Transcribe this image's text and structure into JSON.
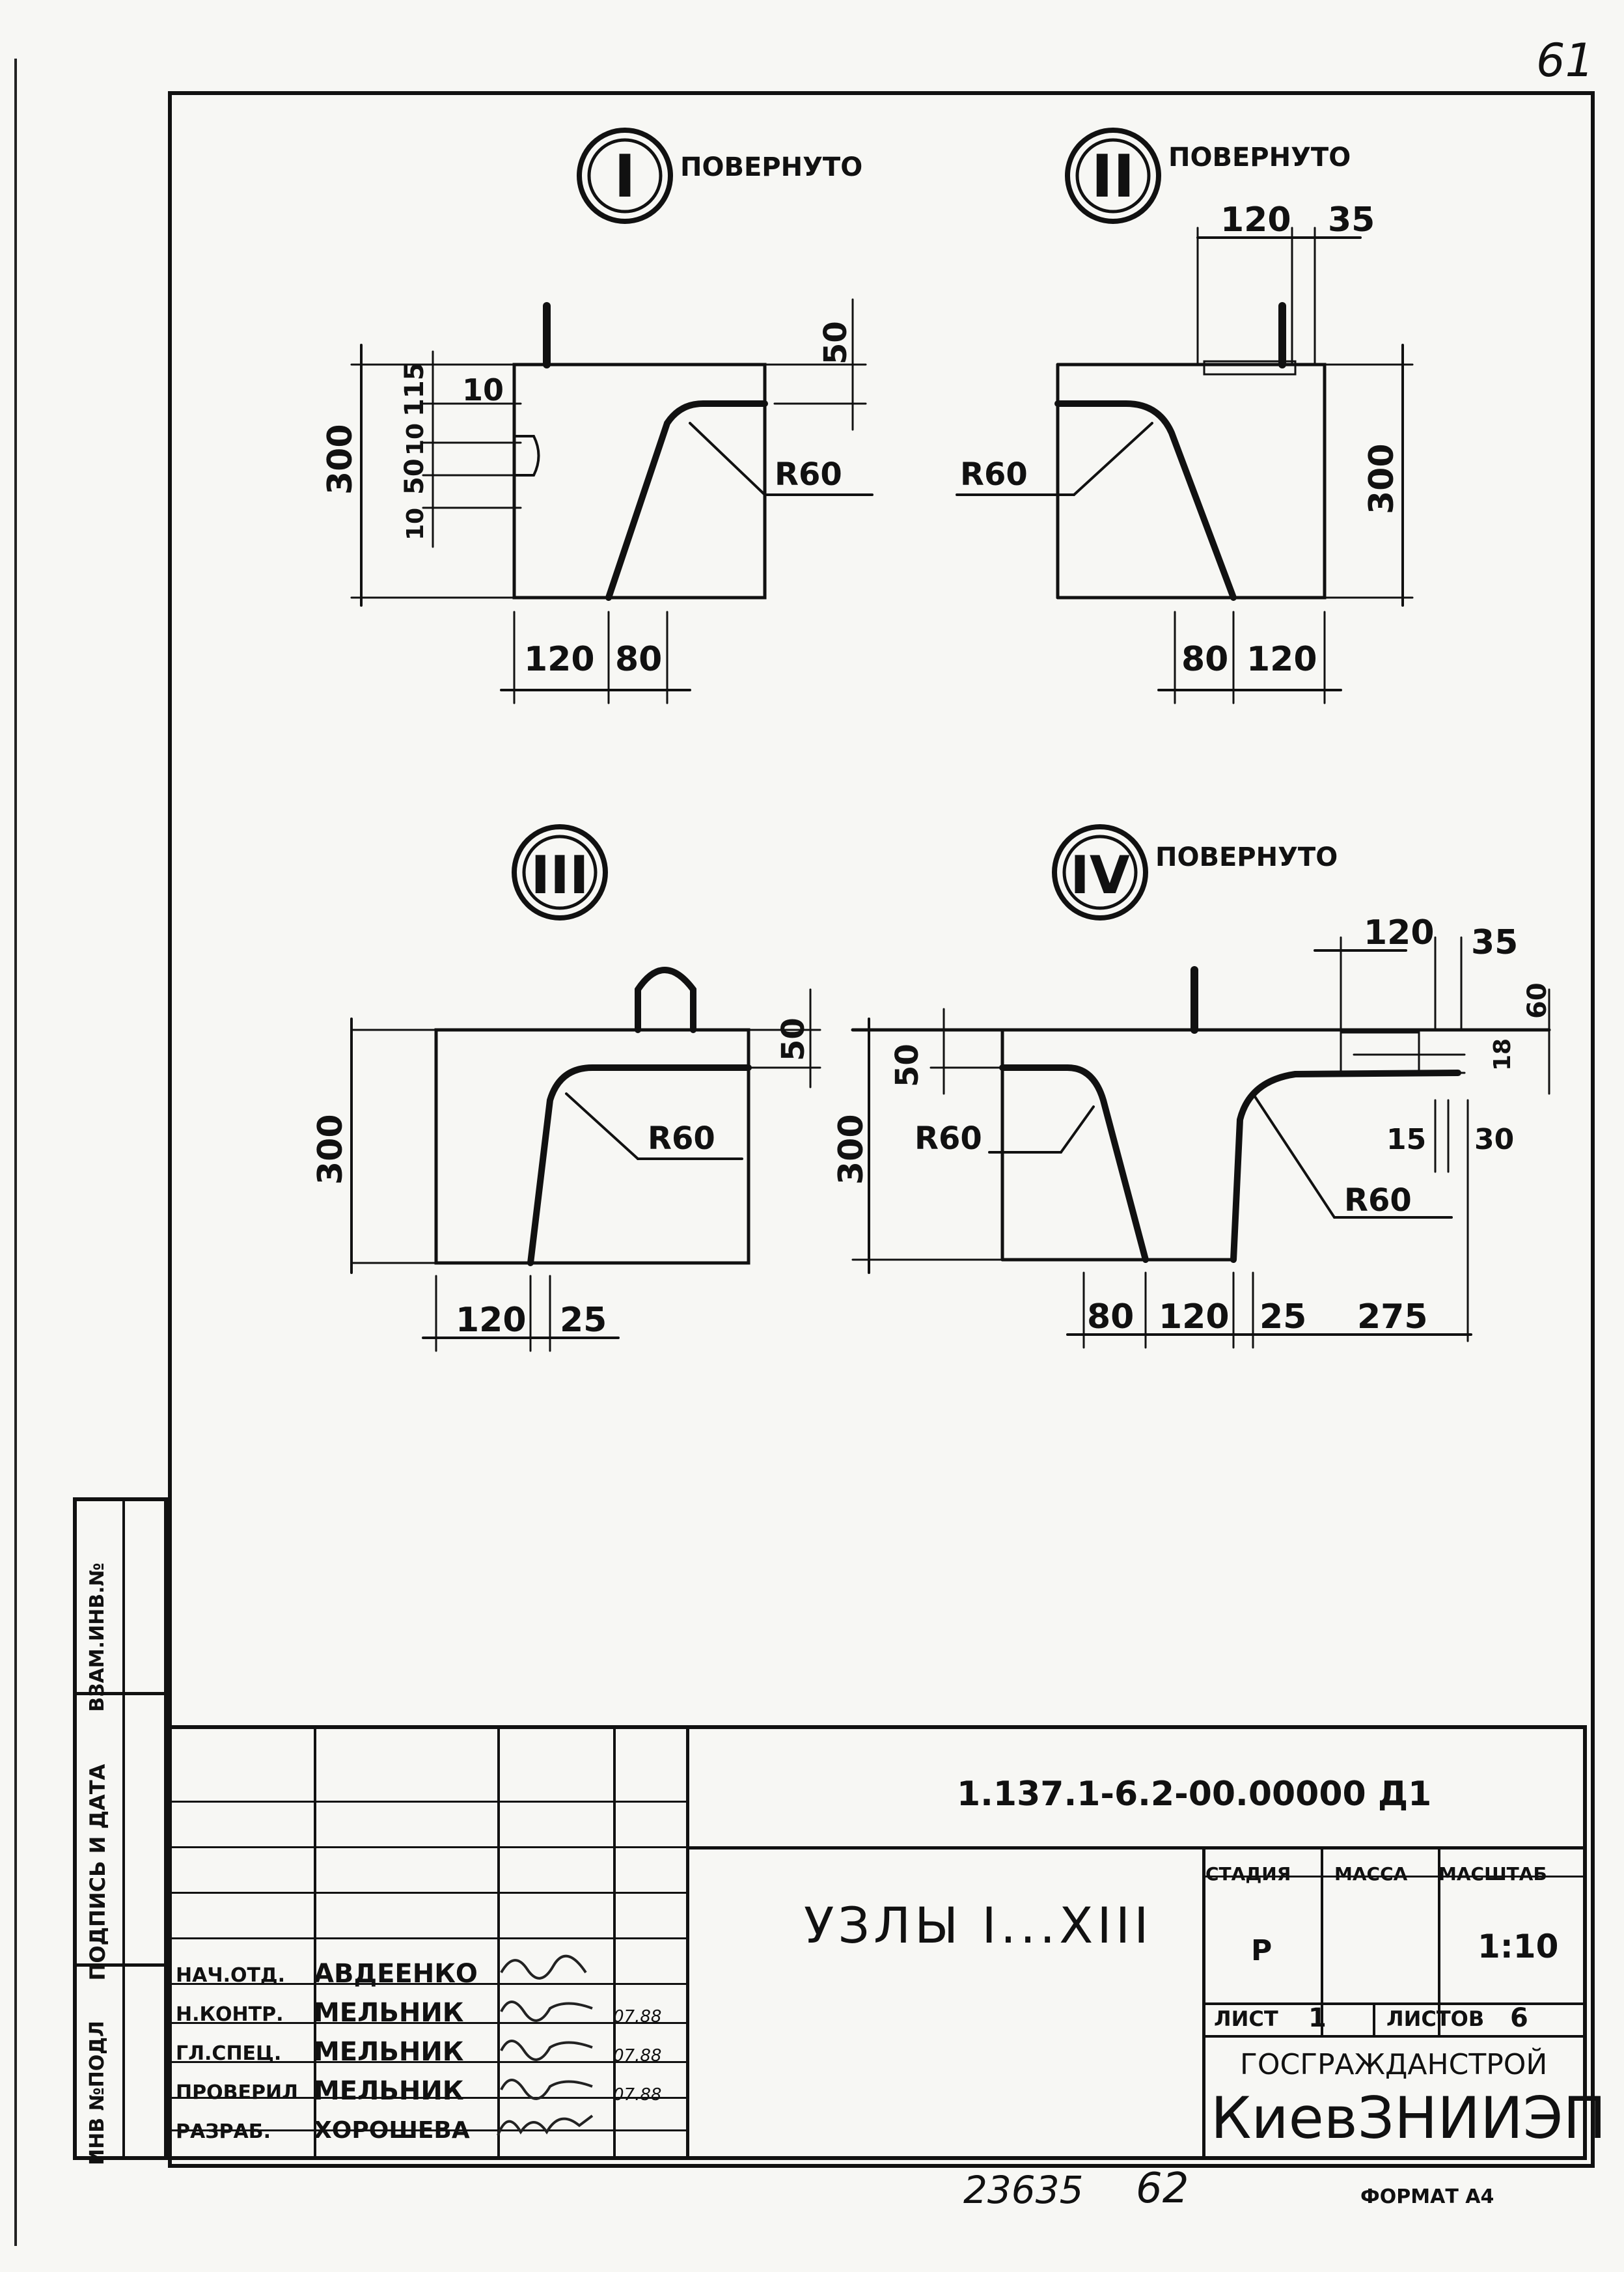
{
  "sheet_number": "61",
  "details": {
    "d1": {
      "mark": "I",
      "note": "ПОВЕРНУТО",
      "dim_300": "300",
      "dim_50": "50",
      "dim_10a": "10",
      "dim_10b": "10",
      "dim_115": "115",
      "dim_10c": "10",
      "dim_50b": "50",
      "dim_120": "120",
      "dim_80": "80",
      "radius": "R60"
    },
    "d2": {
      "mark": "II",
      "note": "ПОВЕРНУТО",
      "dim_120": "120",
      "dim_35": "35",
      "dim_300": "300",
      "dim_80": "80",
      "dim_120b": "120",
      "radius": "R60"
    },
    "d3": {
      "mark": "III",
      "dim_50": "50",
      "dim_300": "300",
      "radius": "R60",
      "dim_120": "120",
      "dim_25": "25"
    },
    "d4": {
      "mark": "IV",
      "note": "ПОВЕРНУТО",
      "dim_120": "120",
      "dim_35": "35",
      "dim_60": "60",
      "dim_18": "18",
      "dim_50": "50",
      "dim_300": "300",
      "radius_a": "R60",
      "radius_b": "R60",
      "dim_15": "15",
      "dim_30": "30",
      "dim_80": "80",
      "dim_120b": "120",
      "dim_25": "25",
      "dim_275": "275"
    }
  },
  "side_stamp": {
    "inv_orig": "ИНВ №ПОДЛ",
    "sign_date": "ПОДПИСЬ И ДАТА",
    "vzam_inv": "ВЗАМ.ИНВ.№"
  },
  "title_block": {
    "doc_code": "1.137.1-6.2-00.00000 Д1",
    "title": "УЗЛЫ I...XIII",
    "stage_label": "СТАДИЯ",
    "mass_label": "МАССА",
    "scale_label": "МАСШТАБ",
    "stage_value": "Р",
    "mass_value": "",
    "scale_value": "1:10",
    "sheet_label": "ЛИСТ",
    "sheet_value": "1",
    "sheets_label": "ЛИСТОВ",
    "sheets_value": "6",
    "org_1": "ГОСГРАЖДАНСТРОЙ",
    "org_2": "КиевЗНИИЭП",
    "people": [
      {
        "role": "НАЧ.ОТД.",
        "name": "АВДЕЕНКО",
        "date": ""
      },
      {
        "role": "Н.КОНТР.",
        "name": "МЕЛЬНИК",
        "date": "07.88"
      },
      {
        "role": "ГЛ.СПЕЦ.",
        "name": "МЕЛЬНИК",
        "date": "07.88"
      },
      {
        "role": "ПРОВЕРИЛ",
        "name": "МЕЛЬНИК",
        "date": "07.88"
      },
      {
        "role": "РАЗРАБ.",
        "name": "ХОРОШЕВА",
        "date": ""
      }
    ]
  },
  "footer": {
    "archive_number": "23635",
    "page_number": "62",
    "format": "ФОРМАТ А4"
  }
}
